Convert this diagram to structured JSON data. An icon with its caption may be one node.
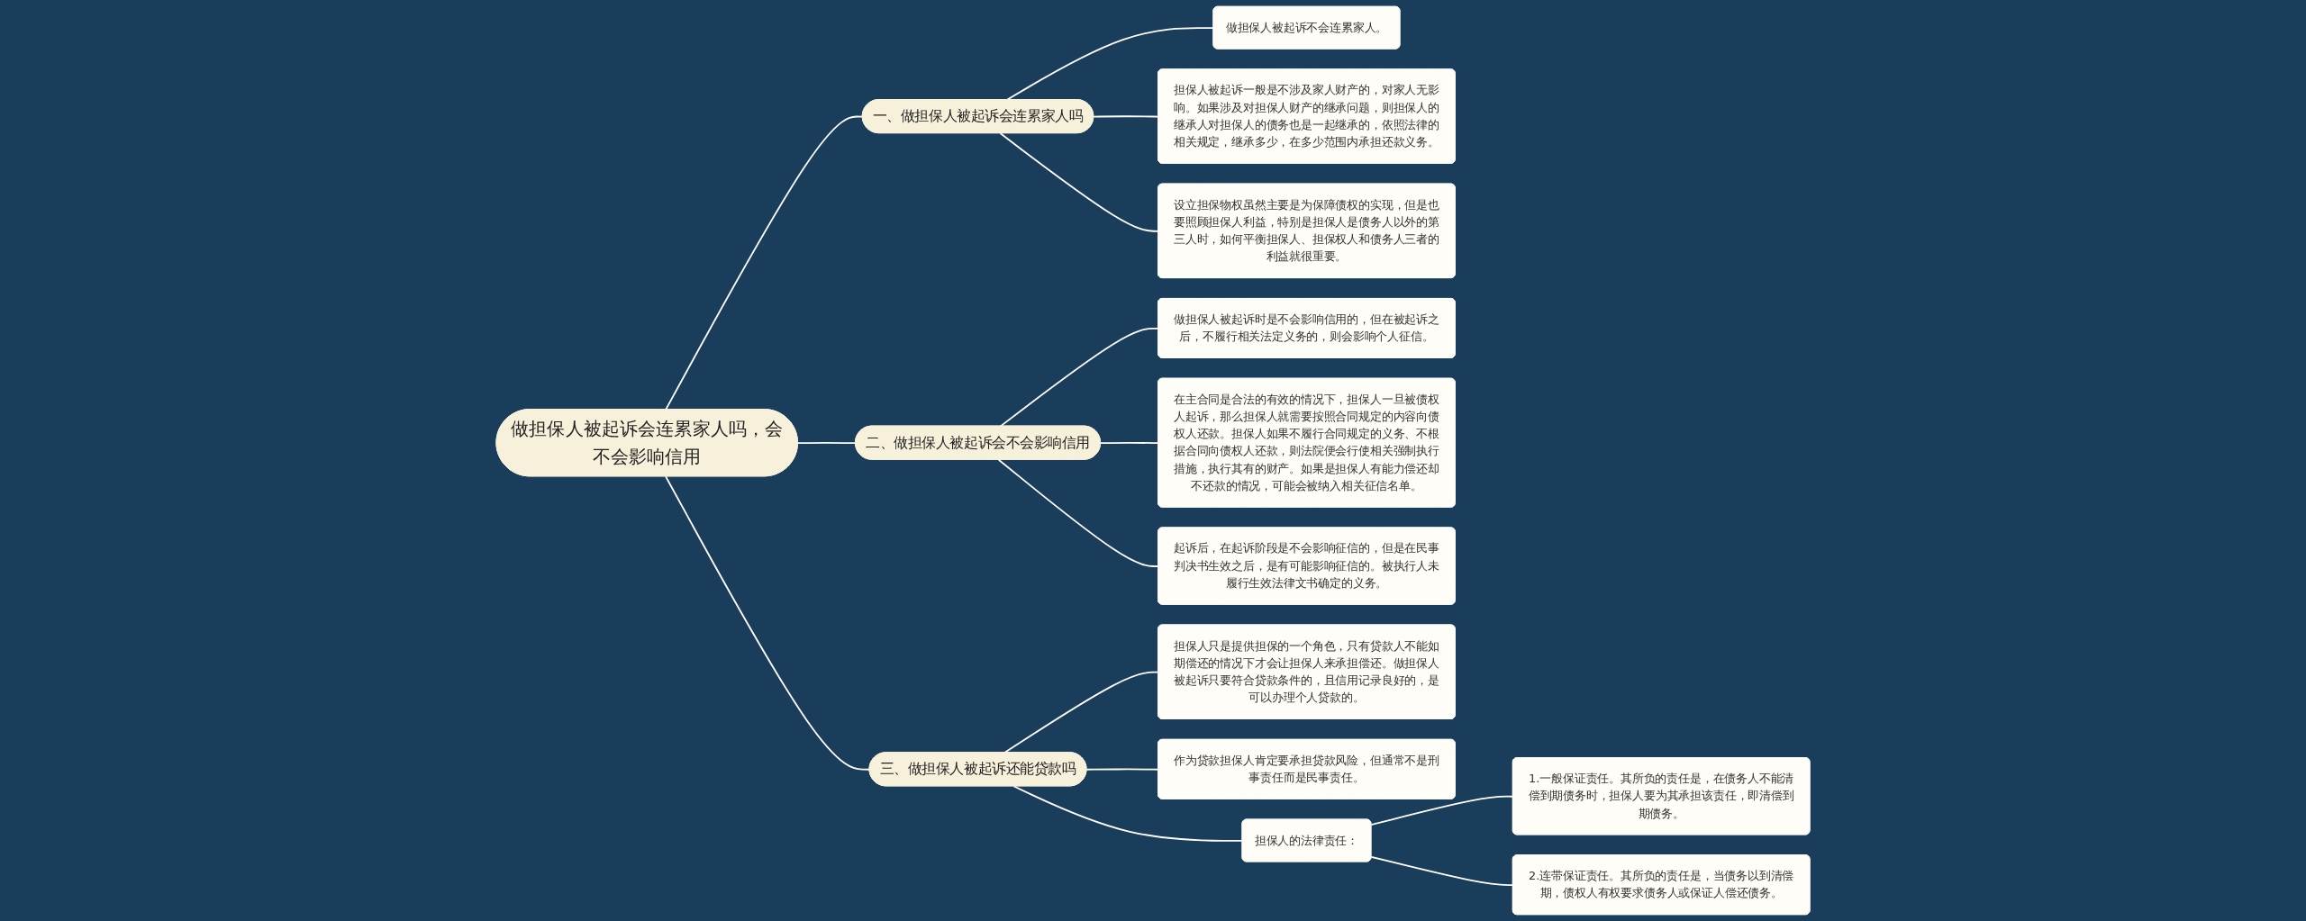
{
  "diagram": {
    "nodes": [
      {
        "text": [
          "做担保人被起诉会连累家人吗，会不会影响信用"
        ]
      },
      {
        "text": [
          "一、做担保人被起诉会连累家人吗"
        ]
      },
      {
        "text": [
          "做担保人被起诉不会连累家人。"
        ]
      },
      {
        "text": [
          "担保人被起诉一般是不涉及家人财产的，对家人无影响。如果涉及对担保人财产的继承问题，则担保人的继承人对担保人的债务也是一起继承的，依照法律的相关规定，继承多少，在多少范围内承担还款义务。"
        ]
      },
      {
        "text": [
          "设立担保物权虽然主要是为保障债权的实现，但是也要照顾担保人利益，特别是担保人是债务人以外的第三人时，如何平衡担保人、担保权人和债务人三者的利益就很重要。"
        ]
      },
      {
        "text": [
          "二、做担保人被起诉会不会影响信用"
        ]
      },
      {
        "text": [
          "做担保人被起诉时是不会影响信用的，但在被起诉之后，不履行相关法定义务的，则会影响个人征信。"
        ]
      },
      {
        "text": [
          "在主合同是合法的有效的情况下，担保人一旦被债权人起诉，那么担保人就需要按照合同规定的内容向债权人还款。担保人如果不履行合同规定的义务、不根据合同向债权人还款，则法院便会行使相关强制执行措施，执行其有的财产。如果是担保人有能力偿还却不还款的情况，可能会被纳入相关征信名单。"
        ]
      },
      {
        "text": [
          "起诉后，在起诉阶段是不会影响征信的，但是在民事判决书生效之后，是有可能影响征信的。被执行人未履行生效法律文书确定的义务。"
        ]
      },
      {
        "text": [
          "三、做担保人被起诉还能贷款吗"
        ]
      },
      {
        "text": [
          "担保人只是提供担保的一个角色，只有贷款人不能如期偿还的情况下才会让担保人来承担偿还。做担保人被起诉只要符合贷款条件的，且信用记录良好的，是可以办理个人贷款的。"
        ]
      },
      {
        "text": [
          "作为贷款担保人肯定要承担贷款风险，但通常不是刑事责任而是民事责任。"
        ]
      },
      {
        "text": [
          "担保人的法律责任："
        ]
      },
      {
        "text": [
          "1.一般保证责任。其所负的责任是，在债务人不能清偿到期债务时，担保人要为其承担该责任，即清偿到期债务。"
        ]
      },
      {
        "text": [
          "2.连带保证责任。其所负的责任是，当债务以到清偿期，债权人有权要求债务人或保证人偿还债务。"
        ]
      }
    ],
    "edges": [
      {
        "from": 0,
        "to": 1,
        "arrow": "none"
      },
      {
        "from": 1,
        "to": 2,
        "arrow": "none"
      },
      {
        "from": 1,
        "to": 3,
        "arrow": "none"
      },
      {
        "from": 1,
        "to": 4,
        "arrow": "none"
      },
      {
        "from": 0,
        "to": 5,
        "arrow": "none"
      },
      {
        "from": 5,
        "to": 6,
        "arrow": "none"
      },
      {
        "from": 5,
        "to": 7,
        "arrow": "none"
      },
      {
        "from": 5,
        "to": 8,
        "arrow": "none"
      },
      {
        "from": 0,
        "to": 9,
        "arrow": "none"
      },
      {
        "from": 9,
        "to": 10,
        "arrow": "none"
      },
      {
        "from": 9,
        "to": 11,
        "arrow": "none"
      },
      {
        "from": 9,
        "to": 12,
        "arrow": "none"
      },
      {
        "from": 12,
        "to": 13,
        "arrow": "none"
      },
      {
        "from": 12,
        "to": 14,
        "arrow": "none"
      }
    ]
  }
}
